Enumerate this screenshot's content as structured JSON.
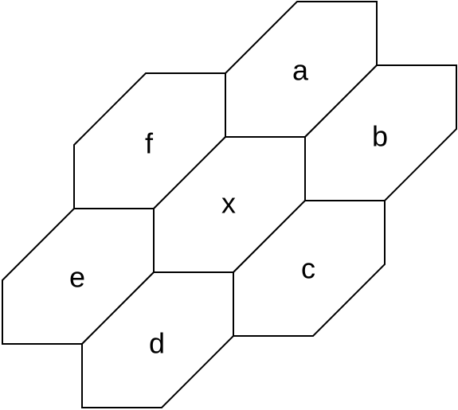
{
  "diagram": {
    "cells": [
      {
        "id": "a",
        "label": "a"
      },
      {
        "id": "b",
        "label": "b"
      },
      {
        "id": "c",
        "label": "c"
      },
      {
        "id": "d",
        "label": "d"
      },
      {
        "id": "e",
        "label": "e"
      },
      {
        "id": "f",
        "label": "f"
      },
      {
        "id": "x",
        "label": "x"
      }
    ],
    "colors": {
      "stroke": "#000000",
      "fill": "#ffffff"
    }
  }
}
